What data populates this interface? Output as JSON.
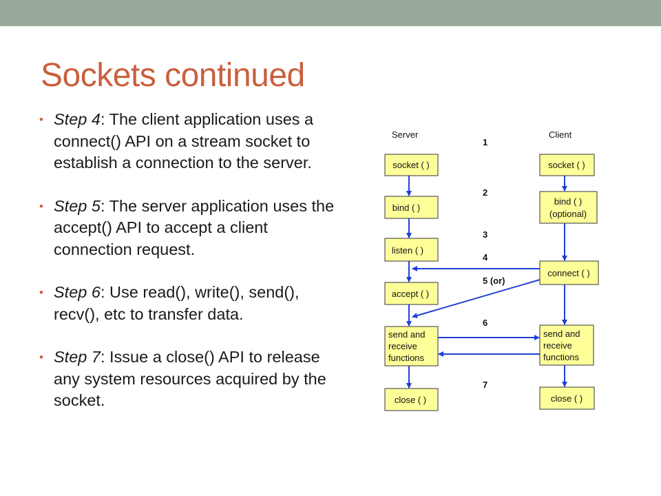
{
  "title": "Sockets continued",
  "bullets": [
    {
      "label": "Step 4",
      "text": ": The client application uses a connect() API on a stream socket to establish a connection to the server."
    },
    {
      "label": "Step 5",
      "text": ": The server application uses the accept() API to accept a client connection request."
    },
    {
      "label": "Step 6",
      "text": ": Use read(), write(), send(), recv(), etc to transfer data."
    },
    {
      "label": "Step 7",
      "text": ": Issue a close() API to release any system resources acquired by the socket."
    }
  ],
  "diagram": {
    "server_heading": "Server",
    "client_heading": "Client",
    "steps": [
      "1",
      "2",
      "3",
      "4",
      "5 (or)",
      "6",
      "7"
    ],
    "server_boxes": {
      "socket": "socket ( )",
      "bind": "bind ( )",
      "listen": "listen ( )",
      "accept": "accept ( )",
      "send_receive": [
        "send and",
        "receive",
        "functions"
      ],
      "close": "close ( )"
    },
    "client_boxes": {
      "socket": "socket ( )",
      "bind": [
        "bind ( )",
        "(optional)"
      ],
      "connect": "connect ( )",
      "send_receive": [
        "send and",
        "receive",
        "functions"
      ],
      "close": "close ( )"
    },
    "colors": {
      "box_fill": "#ffff99",
      "arrow": "#1f3fd6"
    }
  }
}
